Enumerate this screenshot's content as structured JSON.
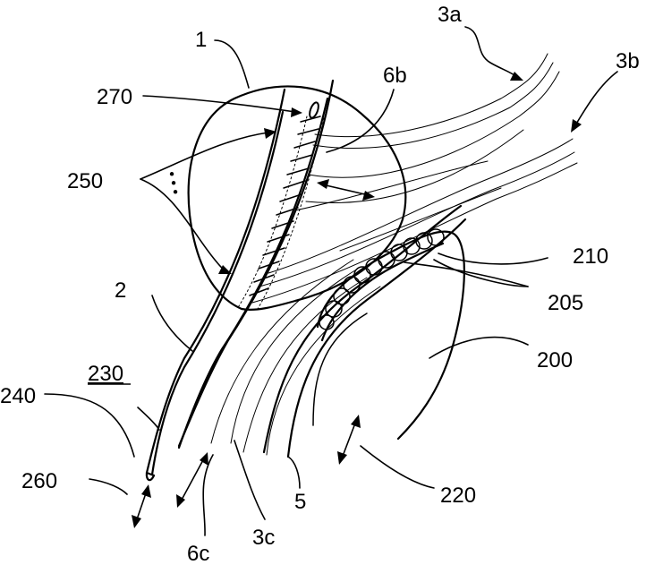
{
  "labels": {
    "l1": "1",
    "l2": "2",
    "l3a": "3a",
    "l3b": "3b",
    "l3c": "3c",
    "l5": "5",
    "l6b": "6b",
    "l6c": "6c",
    "l200": "200",
    "l205": "205",
    "l210": "210",
    "l220": "220",
    "l230": "230",
    "l240": "240",
    "l250": "250",
    "l260": "260",
    "l270": "270"
  }
}
